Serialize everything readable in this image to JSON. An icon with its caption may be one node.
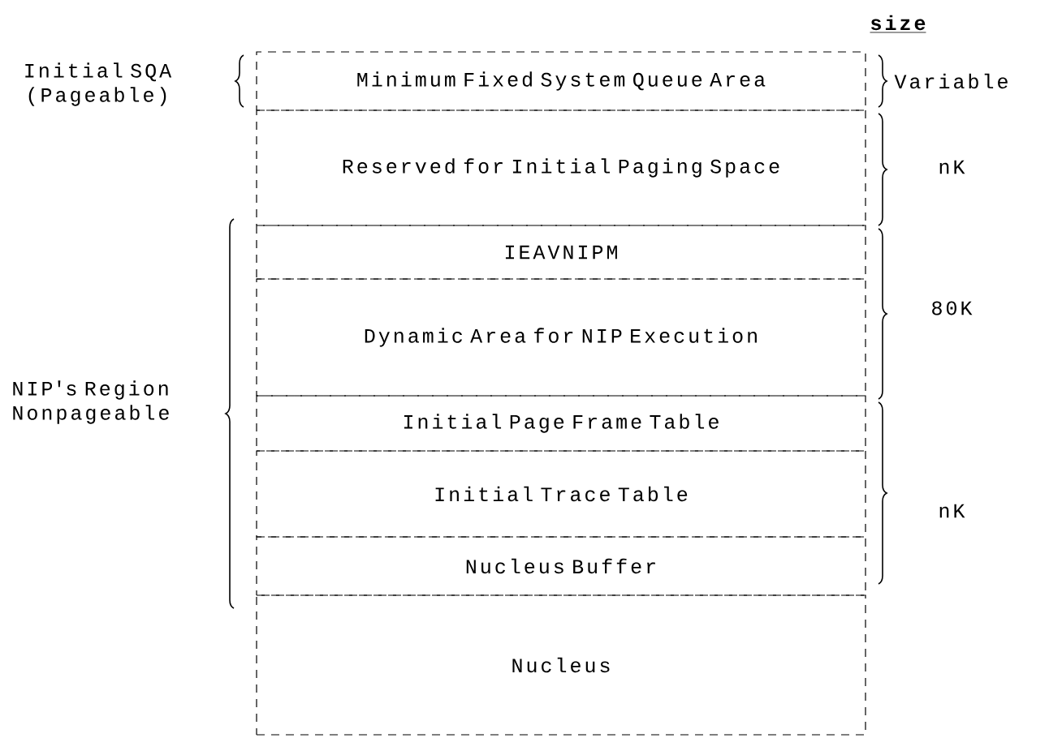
{
  "diagram": {
    "nodes": [
      {
        "text": [
          "Minimum Fixed System Queue Area"
        ]
      },
      {
        "text": [
          "Reserved for Initial Paging Space"
        ]
      },
      {
        "text": [
          "IEAVNIPM"
        ]
      },
      {
        "text": [
          "Dynamic Area for NIP Execution"
        ]
      },
      {
        "text": [
          "Initial Page Frame Table"
        ]
      },
      {
        "text": [
          "Initial Trace Table"
        ]
      },
      {
        "text": [
          "Nucleus Buffer"
        ]
      },
      {
        "text": [
          "Nucleus"
        ]
      }
    ],
    "labels": [
      "size",
      "Initial SQA (Pageable)",
      "Variable",
      "nK",
      "80K",
      "NIP's Region Nonpageable",
      "nK"
    ]
  }
}
